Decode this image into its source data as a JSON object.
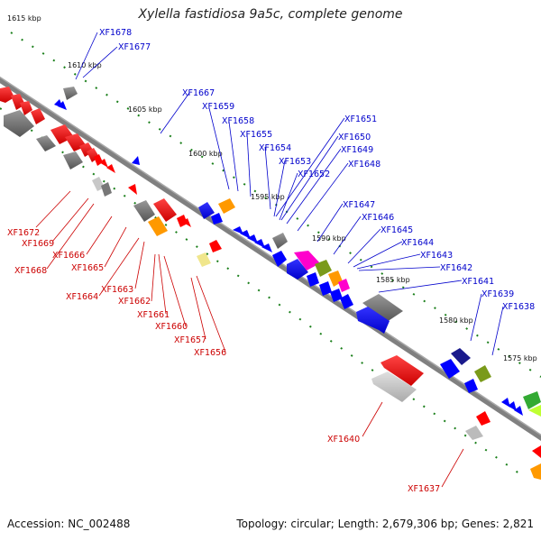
{
  "header": {
    "title": "Xylella fastidiosa 9a5c, complete genome"
  },
  "footer": {
    "accession": "Accession: NC_002488",
    "summary": "Topology: circular; Length: 2,679,306 bp; Genes: 2,821"
  },
  "colors": {
    "backbone": "#808080",
    "tick": "#1a7f1a",
    "label_top": "#0000cc",
    "label_bottom": "#cc0000",
    "red": "#ff0000",
    "gray": "#777777",
    "lightgray": "#c8c8c8",
    "blue": "#0000ff",
    "navy": "#1a1a8c",
    "orange": "#ff9900",
    "magenta": "#ff00cc",
    "olive": "#7a9a1a",
    "green": "#33aa33",
    "yellowgreen": "#bfff33",
    "paleyellow": "#f0e68c"
  },
  "kbp_labels": [
    "1615 kbp",
    "1610 kbp",
    "1605 kbp",
    "1600 kbp",
    "1595 kbp",
    "1590 kbp",
    "1585 kbp",
    "1580 kbp",
    "1575 kbp"
  ],
  "labels_top": [
    "XF1678",
    "XF1677",
    "XF1667",
    "XF1659",
    "XF1658",
    "XF1655",
    "XF1654",
    "XF1653",
    "XF1652",
    "XF1651",
    "XF1650",
    "XF1649",
    "XF1648",
    "XF1647",
    "XF1646",
    "XF1645",
    "XF1644",
    "XF1643",
    "XF1642",
    "XF1641",
    "XF1639",
    "XF1638"
  ],
  "labels_bottom": [
    "XF1672",
    "XF1669",
    "XF1668",
    "XF1666",
    "XF1665",
    "XF1664",
    "XF1663",
    "XF1662",
    "XF1661",
    "XF1660",
    "XF1657",
    "XF1656",
    "XF1640",
    "XF1637"
  ]
}
